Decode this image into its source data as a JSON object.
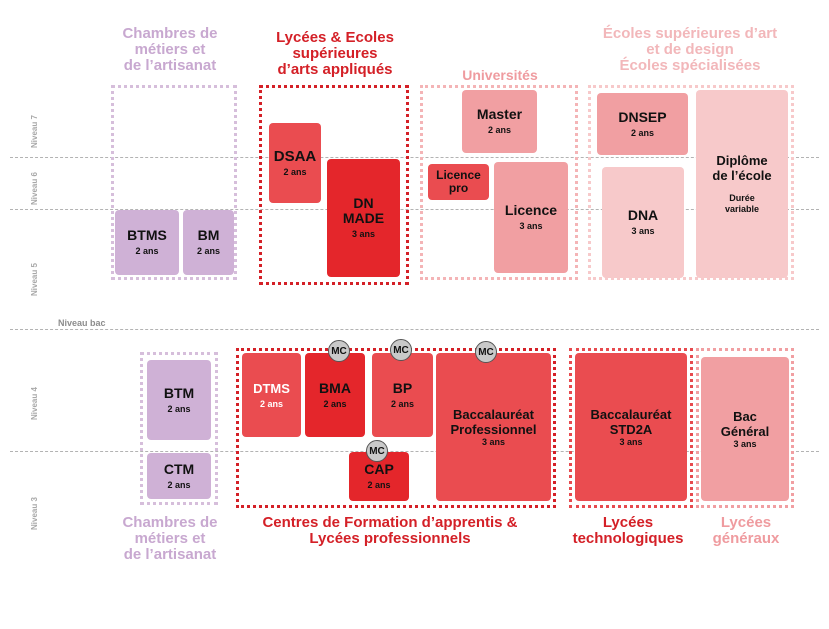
{
  "levels": {
    "niveau7": "Niveau 7",
    "niveau6": "Niveau 6",
    "niveau5": "Niveau 5",
    "niveau_bac": "Niveau bac",
    "niveau4": "Niveau 4",
    "niveau3": "Niveau 3"
  },
  "titles": {
    "chambres_top": [
      "Chambres de",
      "métiers et",
      "de l’artisanat"
    ],
    "lycees_ecoles": [
      "Lycées & Ecoles",
      "supérieures",
      "d’arts appliqués"
    ],
    "universites": "Universités",
    "ecoles_sup": [
      "Écoles supérieures d’art",
      "et de design",
      "Écoles spécialisées"
    ],
    "chambres_bottom": [
      "Chambres de",
      "métiers et",
      "de l’artisanat"
    ],
    "cfa": [
      "Centres de Formation d’apprentis &",
      "Lycées professionnels"
    ],
    "lycees_techno": [
      "Lycées",
      "technologiques"
    ],
    "lycees_generaux": [
      "Lycées",
      "généraux"
    ]
  },
  "boxes": {
    "btms": {
      "name": "BTMS",
      "duration": "2 ans"
    },
    "bm": {
      "name": "BM",
      "duration": "2 ans"
    },
    "dsaa": {
      "name": "DSAA",
      "duration": "2 ans"
    },
    "dnmade": {
      "name": [
        "DN",
        "MADE"
      ],
      "duration": "3 ans"
    },
    "master": {
      "name": "Master",
      "duration": "2 ans"
    },
    "licence_pro": {
      "name": [
        "Licence",
        "pro"
      ]
    },
    "licence": {
      "name": "Licence",
      "duration": "3 ans"
    },
    "dnsep": {
      "name": "DNSEP",
      "duration": "2 ans"
    },
    "dna": {
      "name": "DNA",
      "duration": "3 ans"
    },
    "diplome": {
      "name": [
        "Diplôme",
        "de l’école"
      ],
      "duration": [
        "Durée",
        "variable"
      ]
    },
    "btm": {
      "name": "BTM",
      "duration": "2 ans"
    },
    "ctm": {
      "name": "CTM",
      "duration": "2 ans"
    },
    "dtms": {
      "name": "DTMS",
      "duration": "2 ans"
    },
    "bma": {
      "name": "BMA",
      "duration": "2 ans"
    },
    "bp": {
      "name": "BP",
      "duration": "2 ans"
    },
    "bac_pro": {
      "name": [
        "Baccalauréat",
        "Professionnel"
      ],
      "duration": "3 ans"
    },
    "cap": {
      "name": "CAP",
      "duration": "2 ans"
    },
    "bac_std2a": {
      "name": [
        "Baccalauréat",
        "STD2A"
      ],
      "duration": "3 ans"
    },
    "bac_general": {
      "name": [
        "Bac",
        "Général"
      ],
      "duration": "3 ans"
    }
  },
  "badges": {
    "mc": "MC"
  },
  "colors": {
    "mauve": "#cfb1d6",
    "red_dark": "#e4262b",
    "red": "#ea4c50",
    "pink": "#f19fa2",
    "pink_light": "#f7c9ca"
  }
}
